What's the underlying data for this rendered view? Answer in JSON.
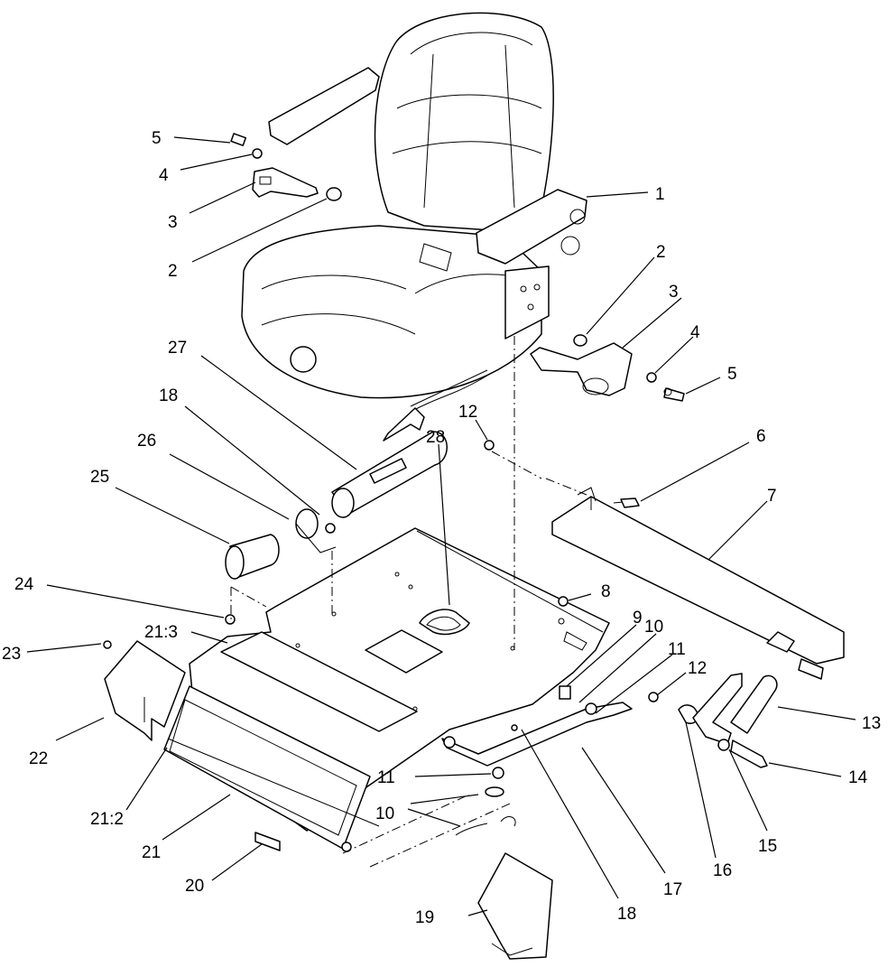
{
  "callouts": [
    {
      "id": "c1",
      "label": "1"
    },
    {
      "id": "c2a",
      "label": "2"
    },
    {
      "id": "c2b",
      "label": "2"
    },
    {
      "id": "c3a",
      "label": "3"
    },
    {
      "id": "c3b",
      "label": "3"
    },
    {
      "id": "c4a",
      "label": "4"
    },
    {
      "id": "c4b",
      "label": "4"
    },
    {
      "id": "c5a",
      "label": "5"
    },
    {
      "id": "c5b",
      "label": "5"
    },
    {
      "id": "c6",
      "label": "6"
    },
    {
      "id": "c7",
      "label": "7"
    },
    {
      "id": "c8",
      "label": "8"
    },
    {
      "id": "c9",
      "label": "9"
    },
    {
      "id": "c10a",
      "label": "10"
    },
    {
      "id": "c10b",
      "label": "10"
    },
    {
      "id": "c11a",
      "label": "11"
    },
    {
      "id": "c11b",
      "label": "11"
    },
    {
      "id": "c12a",
      "label": "12"
    },
    {
      "id": "c12b",
      "label": "12"
    },
    {
      "id": "c13",
      "label": "13"
    },
    {
      "id": "c14",
      "label": "14"
    },
    {
      "id": "c15",
      "label": "15"
    },
    {
      "id": "c16",
      "label": "16"
    },
    {
      "id": "c17",
      "label": "17"
    },
    {
      "id": "c18a",
      "label": "18"
    },
    {
      "id": "c18b",
      "label": "18"
    },
    {
      "id": "c19",
      "label": "19"
    },
    {
      "id": "c20",
      "label": "20"
    },
    {
      "id": "c21",
      "label": "21"
    },
    {
      "id": "c21_2",
      "label": "21:2"
    },
    {
      "id": "c21_3",
      "label": "21:3"
    },
    {
      "id": "c22",
      "label": "22"
    },
    {
      "id": "c23",
      "label": "23"
    },
    {
      "id": "c24",
      "label": "24"
    },
    {
      "id": "c25",
      "label": "25"
    },
    {
      "id": "c26",
      "label": "26"
    },
    {
      "id": "c27",
      "label": "27"
    },
    {
      "id": "c28",
      "label": "28"
    }
  ]
}
